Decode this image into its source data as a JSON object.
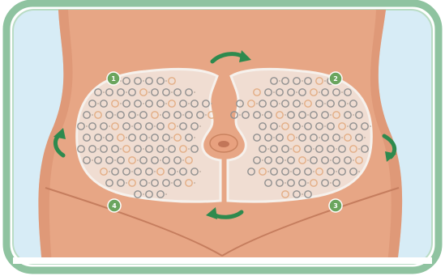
{
  "illustration": {
    "subject": "abdomen-massage-diagram",
    "colors": {
      "frame_green": "#8fc3a0",
      "frame_inner_green": "#b9dcc4",
      "sky_blue": "#d7ecf6",
      "skin": "#e7a685",
      "skin_shadow": "#d98e6e",
      "patch_fill": "#f1e6df",
      "patch_outline": "#f6f1ec",
      "arrow_green": "#2e8a4e",
      "ring_gray": "#8f8f8f",
      "ring_orange": "#e3ad84",
      "marker_green": "#6aa55e"
    },
    "markers": [
      {
        "label": "1"
      },
      {
        "label": "2"
      },
      {
        "label": "3"
      },
      {
        "label": "4"
      }
    ],
    "arrows": [
      "top-arrow",
      "right-arrow",
      "bottom-arrow",
      "left-arrow"
    ]
  }
}
